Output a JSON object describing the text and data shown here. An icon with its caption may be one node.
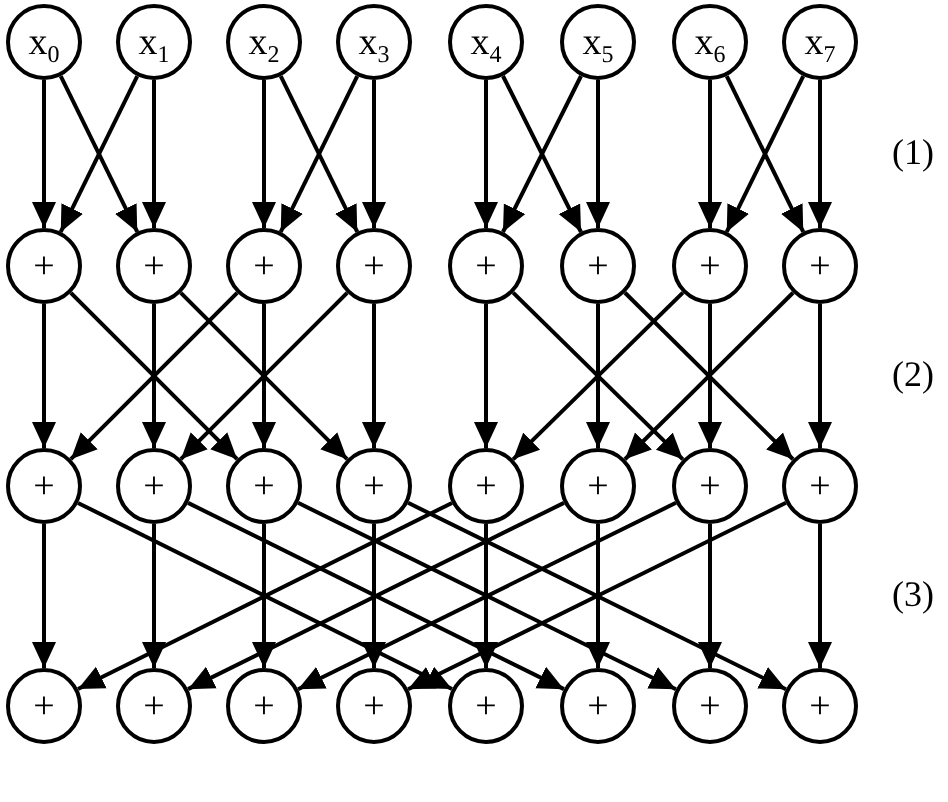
{
  "diagram": {
    "nodes": [
      {
        "text": [
          "x$_{0}$"
        ]
      },
      {
        "text": [
          "x$_{1}$"
        ]
      },
      {
        "text": [
          "x$_{2}$"
        ]
      },
      {
        "text": [
          "x$_{3}$"
        ]
      },
      {
        "text": [
          "x$_{4}$"
        ]
      },
      {
        "text": [
          "x$_{5}$"
        ]
      },
      {
        "text": [
          "x$_{6}$"
        ]
      },
      {
        "text": [
          "x$_{7}$"
        ]
      },
      {
        "text": [
          "+"
        ]
      },
      {
        "text": [
          "+"
        ]
      },
      {
        "text": [
          "+"
        ]
      },
      {
        "text": [
          "+"
        ]
      },
      {
        "text": [
          "+"
        ]
      },
      {
        "text": [
          "+"
        ]
      },
      {
        "text": [
          "+"
        ]
      },
      {
        "text": [
          "+"
        ]
      },
      {
        "text": [
          "+"
        ]
      },
      {
        "text": [
          "+"
        ]
      },
      {
        "text": [
          "+"
        ]
      },
      {
        "text": [
          "+"
        ]
      },
      {
        "text": [
          "+"
        ]
      },
      {
        "text": [
          "+"
        ]
      },
      {
        "text": [
          "+"
        ]
      },
      {
        "text": [
          "+"
        ]
      },
      {
        "text": [
          "+"
        ]
      },
      {
        "text": [
          "+"
        ]
      },
      {
        "text": [
          "+"
        ]
      },
      {
        "text": [
          "+"
        ]
      },
      {
        "text": [
          "+"
        ]
      },
      {
        "text": [
          "+"
        ]
      },
      {
        "text": [
          "+"
        ]
      },
      {
        "text": [
          "+"
        ]
      }
    ],
    "edges": [
      {
        "from": 0,
        "to": 8,
        "arrow": "to"
      },
      {
        "from": 0,
        "to": 9,
        "arrow": "to"
      },
      {
        "from": 1,
        "to": 8,
        "arrow": "to"
      },
      {
        "from": 1,
        "to": 9,
        "arrow": "to"
      },
      {
        "from": 2,
        "to": 10,
        "arrow": "to"
      },
      {
        "from": 2,
        "to": 11,
        "arrow": "to"
      },
      {
        "from": 3,
        "to": 10,
        "arrow": "to"
      },
      {
        "from": 3,
        "to": 11,
        "arrow": "to"
      },
      {
        "from": 4,
        "to": 12,
        "arrow": "to"
      },
      {
        "from": 4,
        "to": 13,
        "arrow": "to"
      },
      {
        "from": 5,
        "to": 12,
        "arrow": "to"
      },
      {
        "from": 5,
        "to": 13,
        "arrow": "to"
      },
      {
        "from": 6,
        "to": 14,
        "arrow": "to"
      },
      {
        "from": 6,
        "to": 15,
        "arrow": "to"
      },
      {
        "from": 7,
        "to": 14,
        "arrow": "to"
      },
      {
        "from": 7,
        "to": 15,
        "arrow": "to"
      },
      {
        "from": 8,
        "to": 16,
        "arrow": "to"
      },
      {
        "from": 8,
        "to": 18,
        "arrow": "to"
      },
      {
        "from": 9,
        "to": 17,
        "arrow": "to"
      },
      {
        "from": 9,
        "to": 19,
        "arrow": "to"
      },
      {
        "from": 10,
        "to": 16,
        "arrow": "to"
      },
      {
        "from": 10,
        "to": 18,
        "arrow": "to"
      },
      {
        "from": 11,
        "to": 17,
        "arrow": "to"
      },
      {
        "from": 11,
        "to": 19,
        "arrow": "to"
      },
      {
        "from": 12,
        "to": 20,
        "arrow": "to"
      },
      {
        "from": 12,
        "to": 22,
        "arrow": "to"
      },
      {
        "from": 13,
        "to": 21,
        "arrow": "to"
      },
      {
        "from": 13,
        "to": 23,
        "arrow": "to"
      },
      {
        "from": 14,
        "to": 20,
        "arrow": "to"
      },
      {
        "from": 14,
        "to": 22,
        "arrow": "to"
      },
      {
        "from": 15,
        "to": 21,
        "arrow": "to"
      },
      {
        "from": 15,
        "to": 23,
        "arrow": "to"
      },
      {
        "from": 16,
        "to": 24,
        "arrow": "to"
      },
      {
        "from": 16,
        "to": 28,
        "arrow": "to"
      },
      {
        "from": 17,
        "to": 25,
        "arrow": "to"
      },
      {
        "from": 17,
        "to": 29,
        "arrow": "to"
      },
      {
        "from": 18,
        "to": 26,
        "arrow": "to"
      },
      {
        "from": 18,
        "to": 30,
        "arrow": "to"
      },
      {
        "from": 19,
        "to": 27,
        "arrow": "to"
      },
      {
        "from": 19,
        "to": 31,
        "arrow": "to"
      },
      {
        "from": 20,
        "to": 24,
        "arrow": "to"
      },
      {
        "from": 20,
        "to": 28,
        "arrow": "to"
      },
      {
        "from": 21,
        "to": 25,
        "arrow": "to"
      },
      {
        "from": 21,
        "to": 29,
        "arrow": "to"
      },
      {
        "from": 22,
        "to": 26,
        "arrow": "to"
      },
      {
        "from": 22,
        "to": 30,
        "arrow": "to"
      },
      {
        "from": 23,
        "to": 27,
        "arrow": "to"
      },
      {
        "from": 23,
        "to": 31,
        "arrow": "to"
      }
    ],
    "labels": [
      "(1)",
      "(2)",
      "(3)"
    ]
  }
}
